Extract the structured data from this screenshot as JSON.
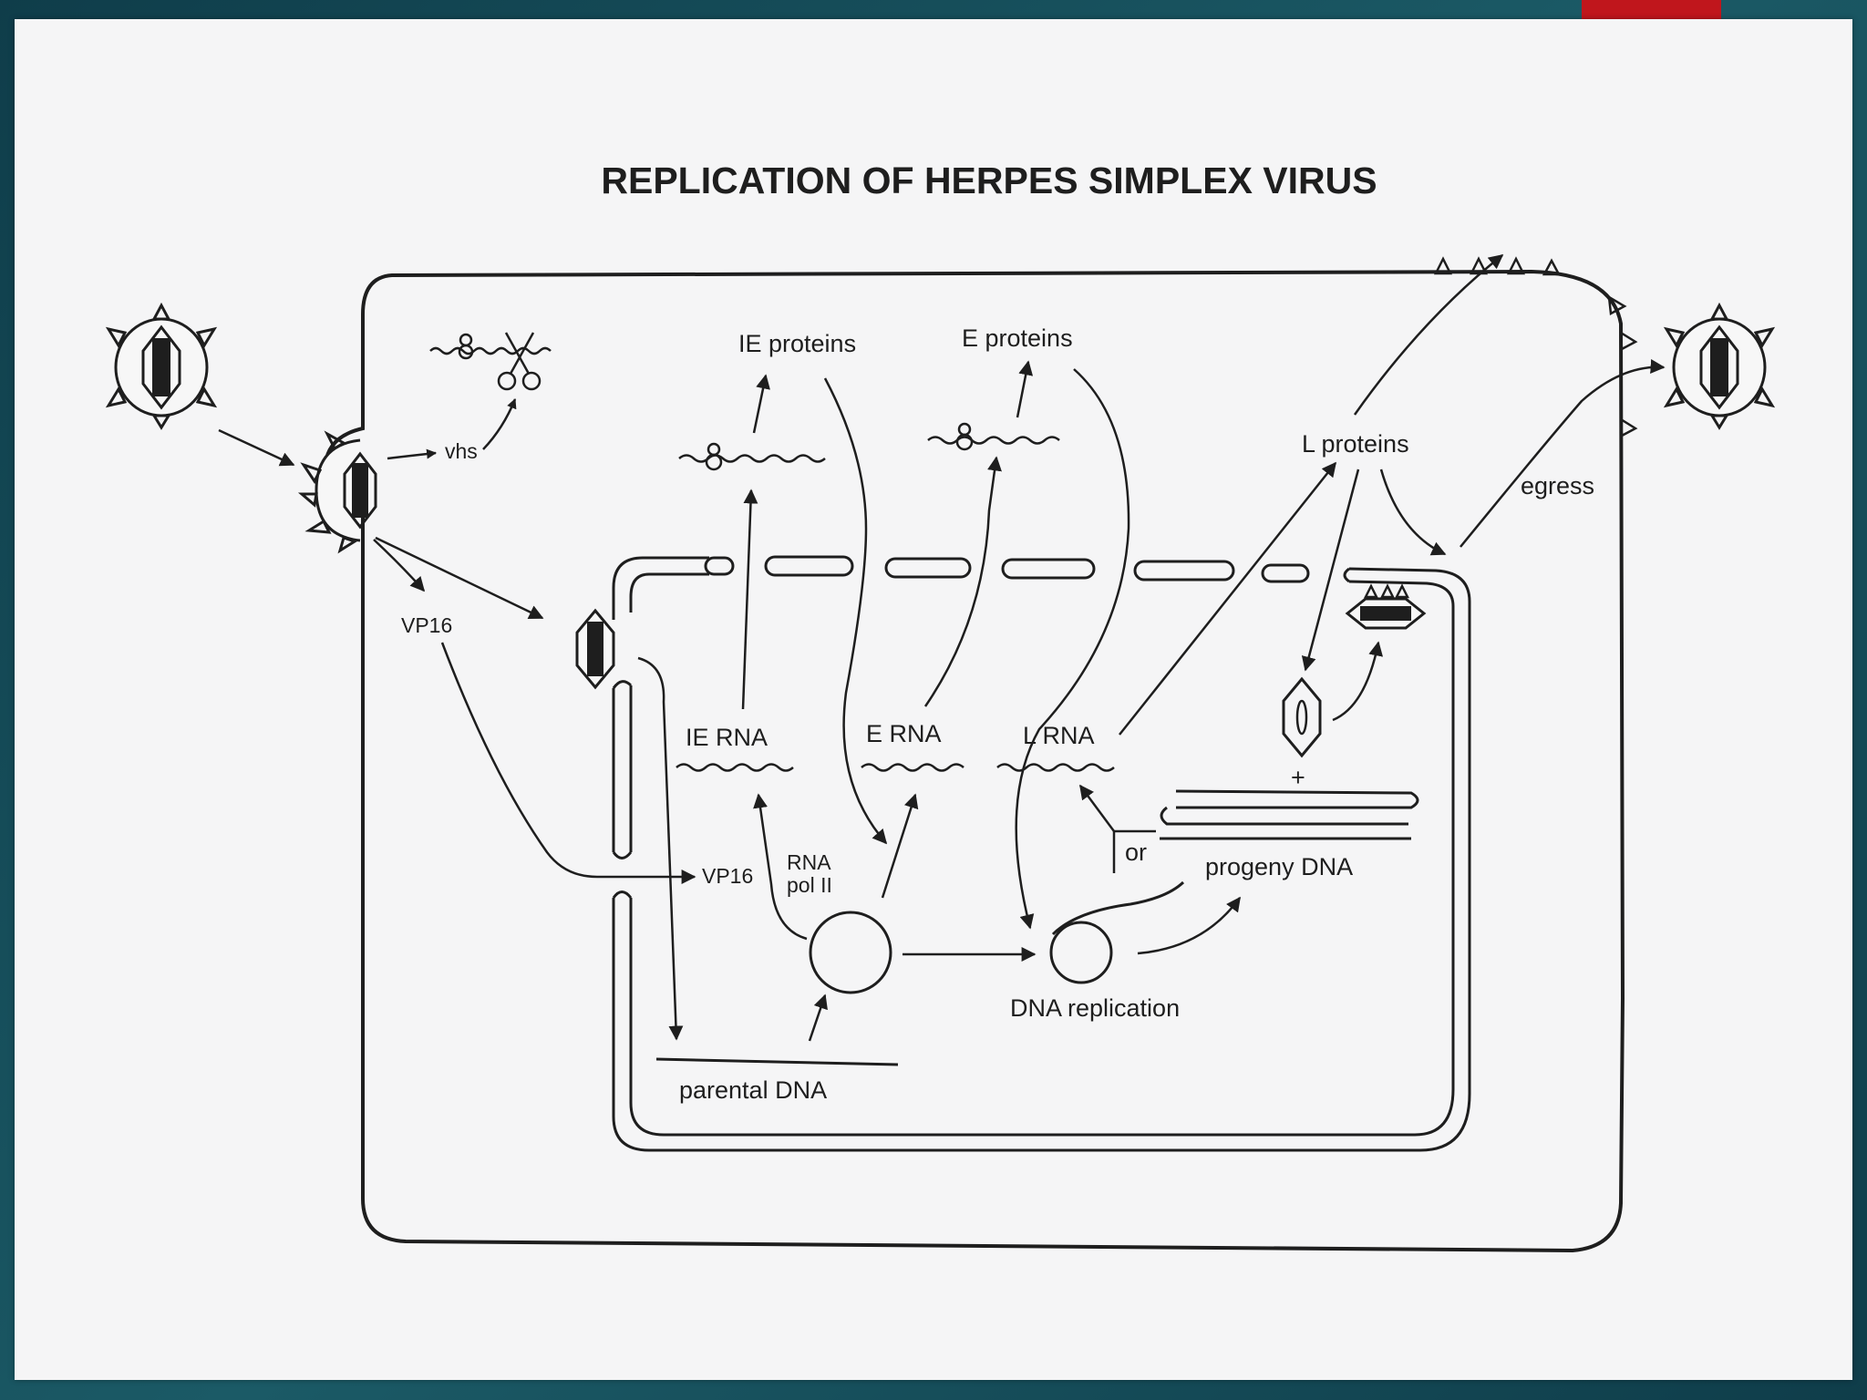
{
  "slide": {
    "accent_color": "#c0161c",
    "background_color": "#154c59"
  },
  "title": "REPLICATION OF HERPES SIMPLEX VIRUS",
  "labels": {
    "vhs": "vhs",
    "vp16_top": "VP16",
    "vp16_bottom": "VP16",
    "ie_proteins": "IE proteins",
    "e_proteins": "E proteins",
    "l_proteins": "L proteins",
    "egress": "egress",
    "ie_rna": "IE RNA",
    "e_rna": "E RNA",
    "l_rna": "L RNA",
    "rna_pol_line1": "RNA",
    "rna_pol_line2": "pol II",
    "or": "or",
    "plus": "+",
    "progeny_dna": "progeny DNA",
    "dna_replication": "DNA replication",
    "parental_dna": "parental DNA"
  }
}
